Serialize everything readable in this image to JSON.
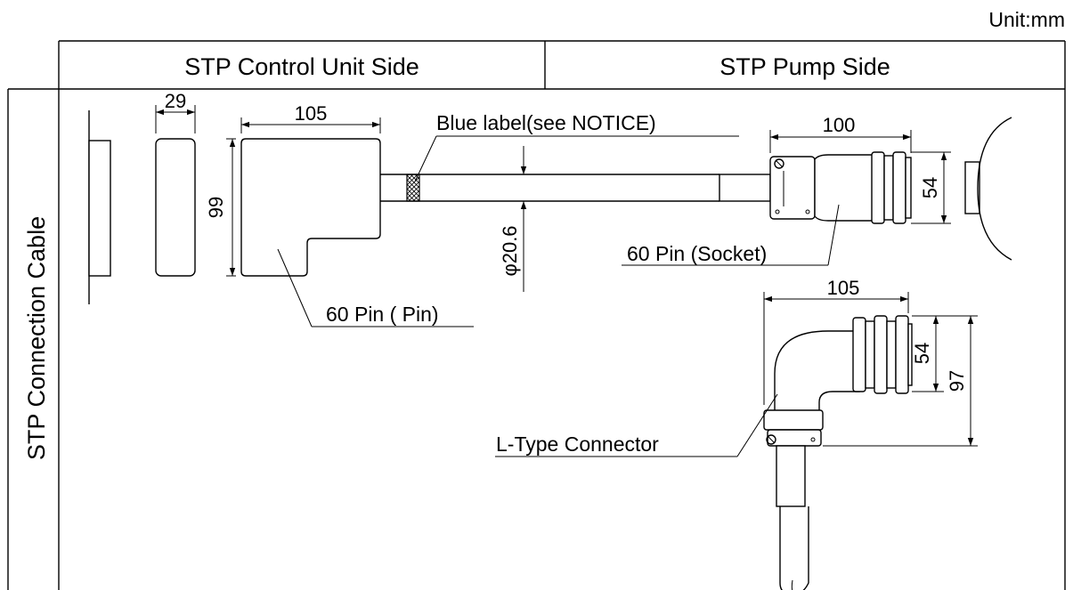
{
  "unit_label": "Unit:mm",
  "header": {
    "left": "STP Control Unit Side",
    "right": "STP Pump Side"
  },
  "row_label": "STP Connection Cable",
  "dimensions": {
    "cover_width": "29",
    "connector_width": "105",
    "connector_height": "99",
    "cable_diameter": "φ20.6",
    "socket_length": "100",
    "socket_diameter": "54",
    "l_type_length": "105",
    "l_type_diameter": "54",
    "l_type_height": "97"
  },
  "callouts": {
    "blue_label": "Blue label(see NOTICE)",
    "pin_connector": "60 Pin ( Pin)",
    "socket_connector": "60 Pin (Socket)",
    "l_type_connector": "L-Type Connector"
  }
}
